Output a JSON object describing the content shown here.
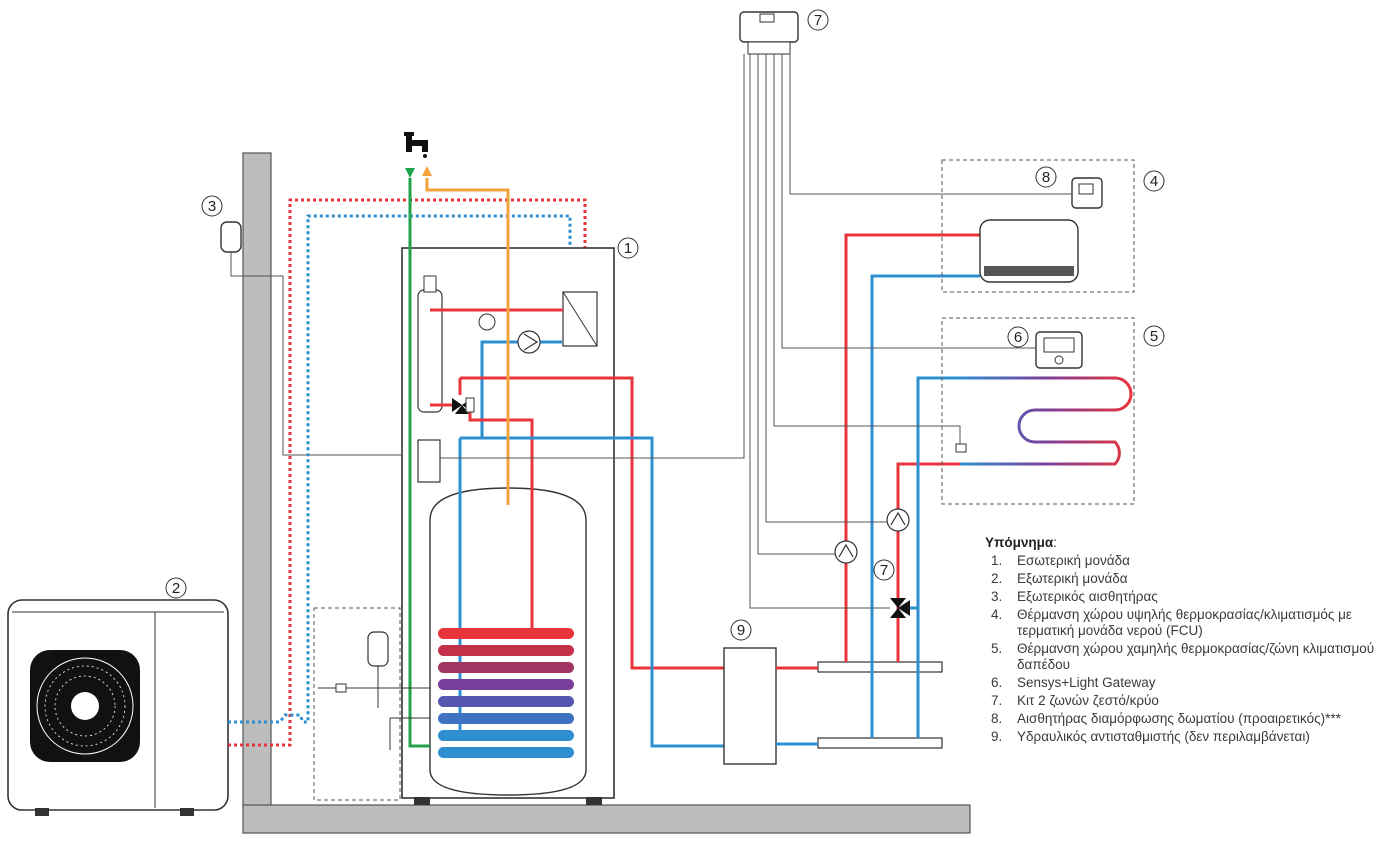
{
  "callouts": {
    "indoor_unit": "1",
    "outdoor_unit": "2",
    "outdoor_sensor": "3",
    "high_temp_zone": "4",
    "low_temp_zone": "5",
    "gateway": "6",
    "two_zone_kit_top": "7",
    "two_zone_kit_valve": "7",
    "room_sensor": "8",
    "hydraulic_separator": "9"
  },
  "legend": {
    "title": "Υπόμνημα",
    "title_suffix": ":",
    "items": [
      {
        "n": "1.",
        "text": "Εσωτερική μονάδα"
      },
      {
        "n": "2.",
        "text": "Εξωτερική μονάδα"
      },
      {
        "n": "3.",
        "text": "Εξωτερικός αισθητήρας"
      },
      {
        "n": "4.",
        "text": "Θέρμανση χώρου υψηλής θερμοκρασίας/κλιματισμός με τερματική μονάδα νερού (FCU)"
      },
      {
        "n": "5.",
        "text": "Θέρμανση χώρου χαμηλής θερμοκρασίας/ζώνη κλιματισμού δαπέδου"
      },
      {
        "n": "6.",
        "text": "Sensys+Light Gateway"
      },
      {
        "n": "7.",
        "text": "Κιτ 2 ζωνών ζεστό/κρύο"
      },
      {
        "n": "8.",
        "text": "Αισθητήρας διαμόρφωσης δωματίου (προαιρετικός)***"
      },
      {
        "n": "9.",
        "text": "Υδραυλικός αντισταθμιστής (δεν περιλαμβάνεται)"
      }
    ]
  },
  "colors": {
    "hot": "#e8343b",
    "cold": "#2e8fd0",
    "dhw_cold": "#1fa34a",
    "dhw_hot": "#f4a03b",
    "wire": "#555555",
    "wall": "#bdbdbd"
  },
  "icons": {
    "tap": "faucet-icon",
    "pump": "pump-icon",
    "valve": "three-way-valve-icon",
    "fan": "fan-icon"
  }
}
